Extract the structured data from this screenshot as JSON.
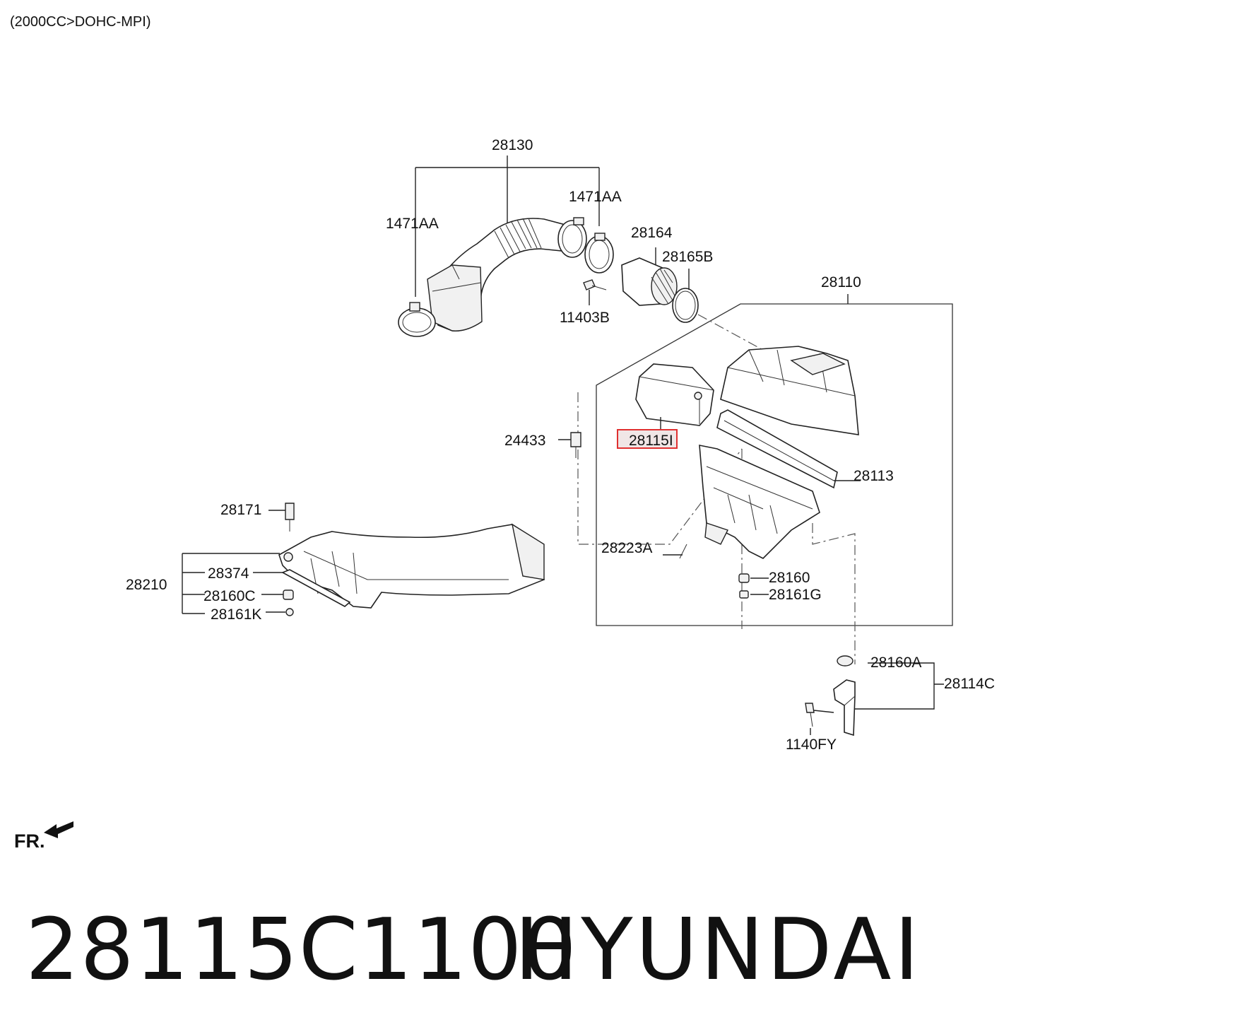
{
  "header": {
    "engine_spec": "(2000CC>DOHC-MPI)"
  },
  "callouts": {
    "c28130": "28130",
    "c1471AA_left": "1471AA",
    "c1471AA_right": "1471AA",
    "c28164": "28164",
    "c28165B": "28165B",
    "c11403B": "11403B",
    "c28110": "28110",
    "c24433": "24433",
    "c28115": "28115I",
    "c28113": "28113",
    "c28171": "28171",
    "c28210": "28210",
    "c28374": "28374",
    "c28160C": "28160C",
    "c28161K": "28161K",
    "c28223A": "28223A",
    "c28160": "28160",
    "c28161G": "28161G",
    "c28160A": "28160A",
    "c28114C": "28114C",
    "c1140FY": "1140FY"
  },
  "highlight": {
    "part_ref": "28115I",
    "color": "#e03030"
  },
  "direction": {
    "label": "FR."
  },
  "footer": {
    "part_number": "28115C1100",
    "brand": "HYUNDAI"
  }
}
